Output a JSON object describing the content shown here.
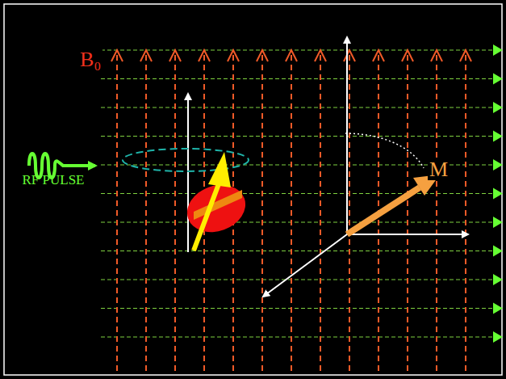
{
  "diagram": {
    "labels": [
      "B₀",
      "RF PULSE",
      "M"
    ]
  }
}
